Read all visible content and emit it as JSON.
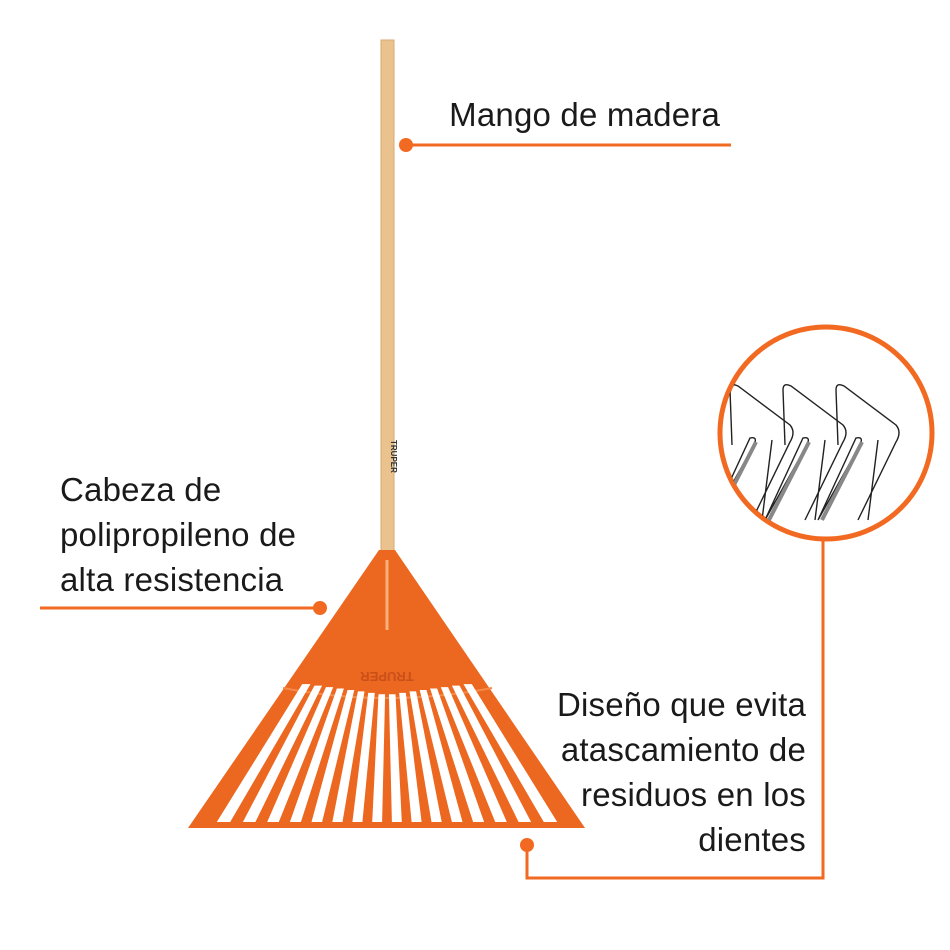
{
  "callouts": {
    "handle": {
      "text": "Mango de madera"
    },
    "head": {
      "lines": [
        "Cabeza de",
        "polipropileno de",
        "alta resistencia"
      ]
    },
    "teeth": {
      "lines": [
        "Diseño que evita",
        "atascamiento de",
        "residuos en los",
        "dientes"
      ]
    }
  },
  "brand": {
    "logo_text": "TRUPER"
  },
  "colors": {
    "accent": "#f26a21",
    "rake": "#ec671f",
    "handle": "#e9c28e",
    "text": "#1a1a1a"
  }
}
